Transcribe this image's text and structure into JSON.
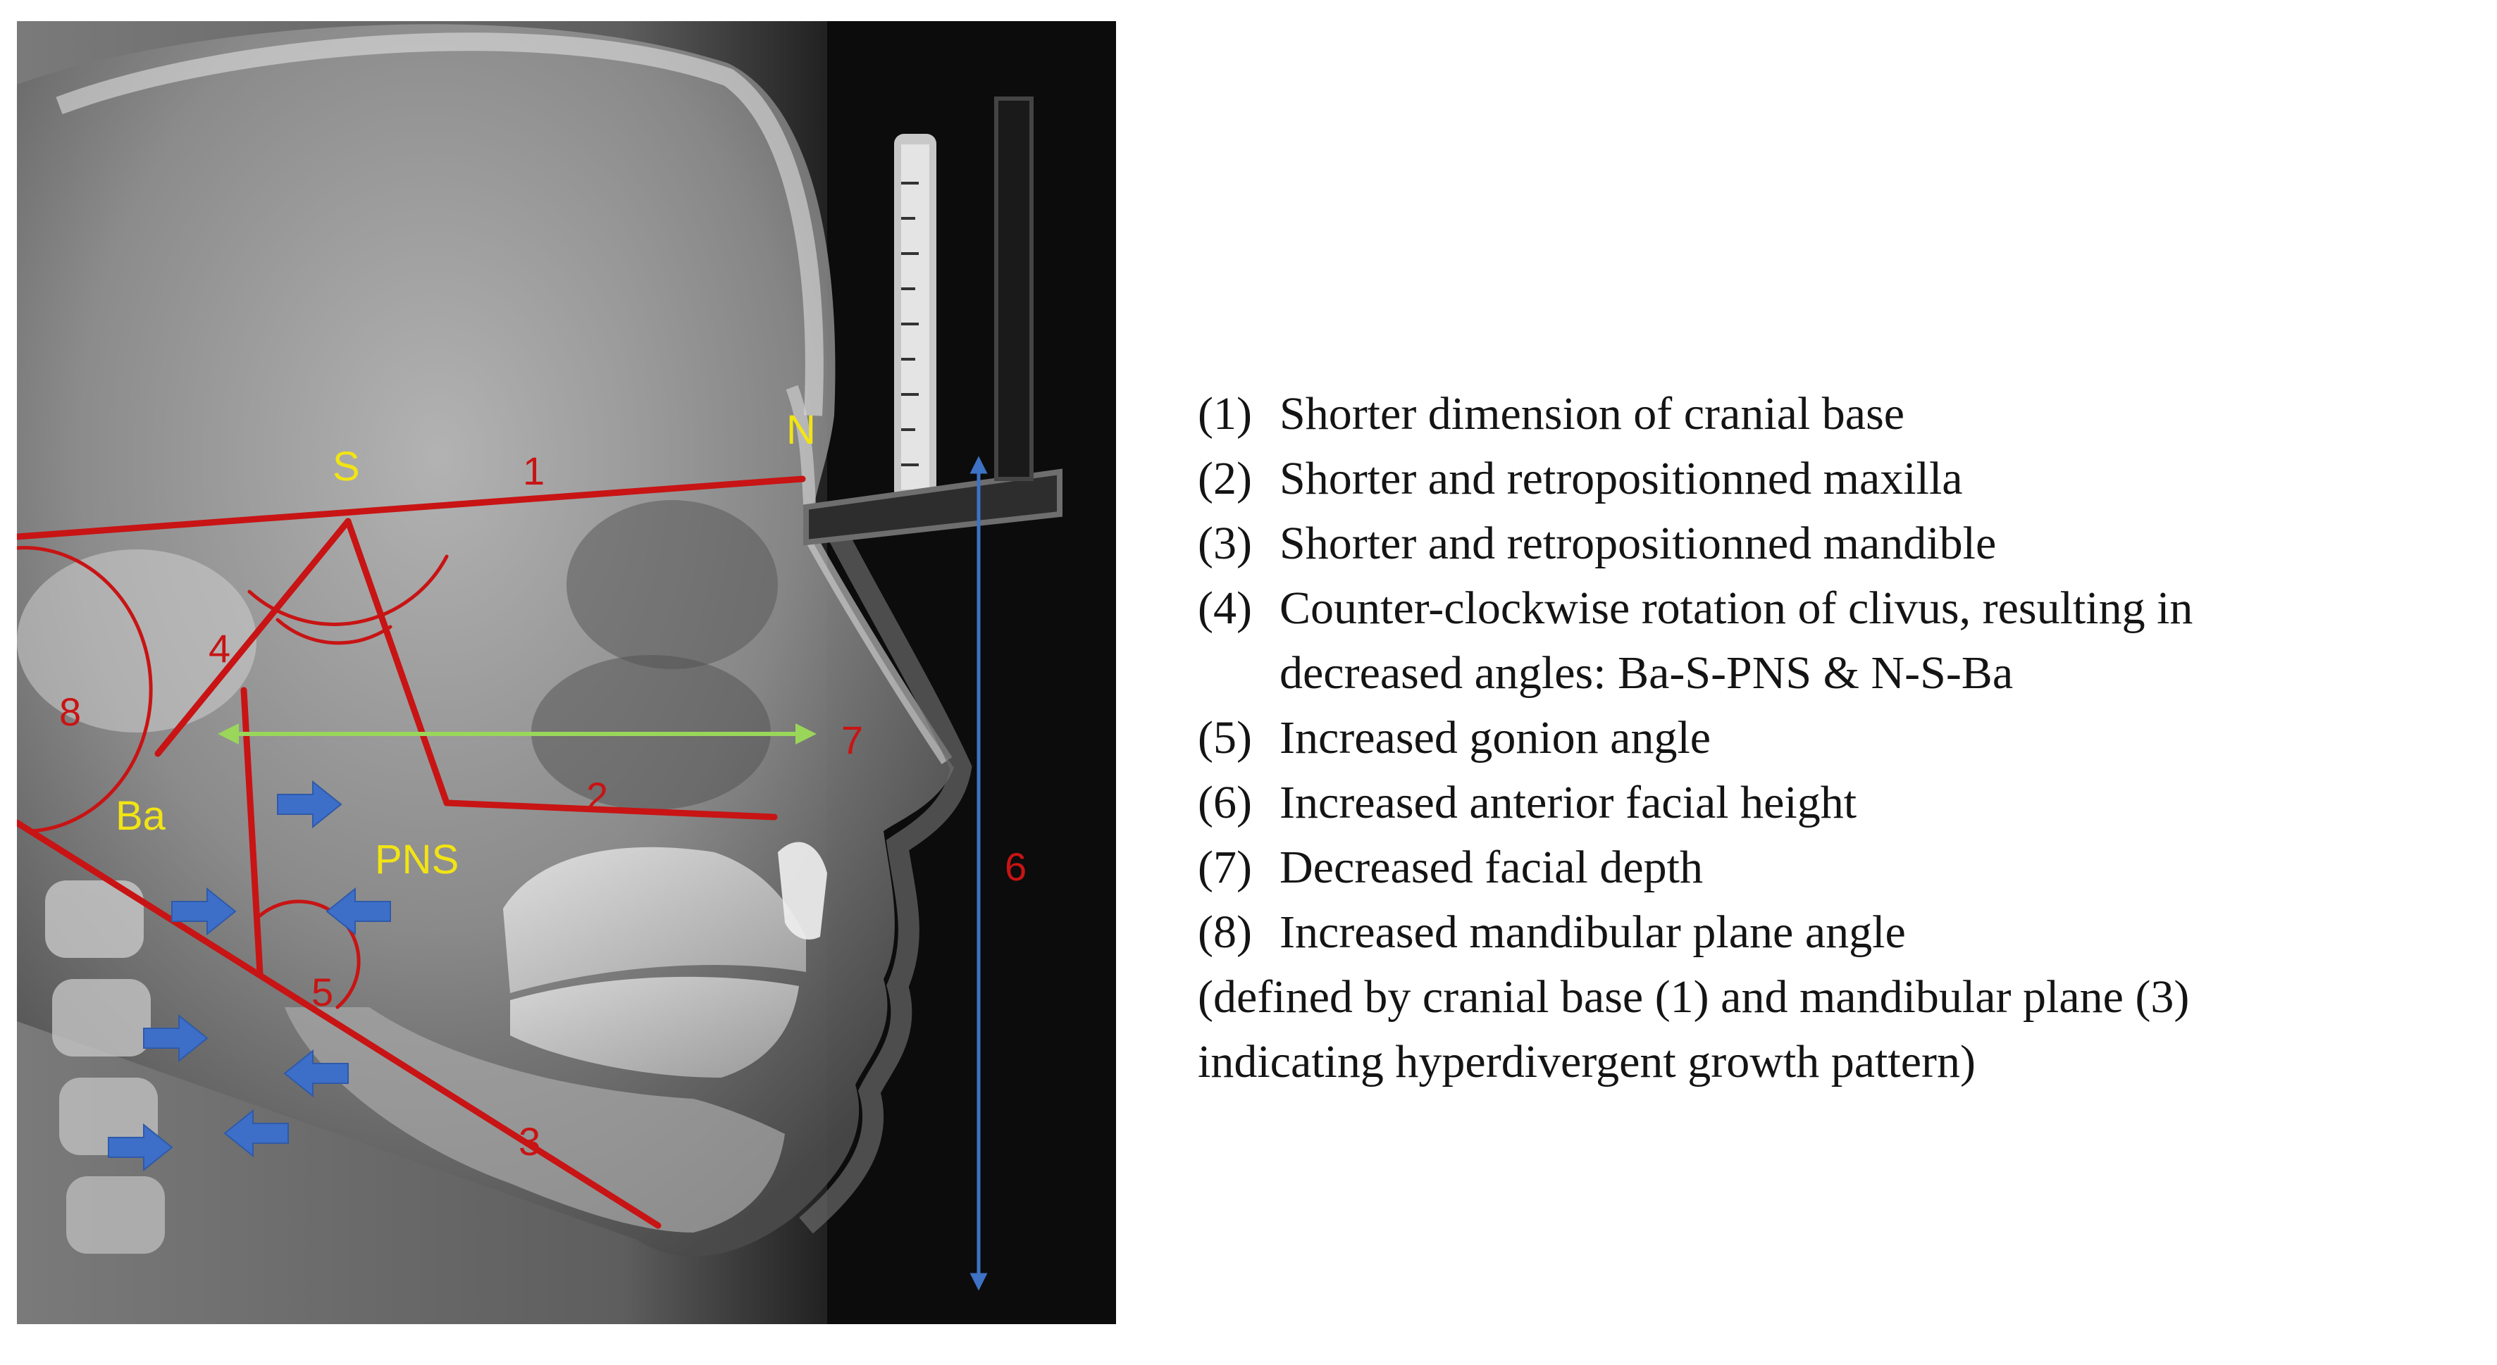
{
  "landmarks": {
    "S": "S",
    "N": "N",
    "Ba": "Ba",
    "PNS": "PNS"
  },
  "measure_numbers": [
    "1",
    "2",
    "3",
    "4",
    "5",
    "6",
    "7",
    "8"
  ],
  "legend": {
    "items": [
      {
        "num": "(1)",
        "lines": [
          "Shorter dimension of cranial base"
        ]
      },
      {
        "num": "(2)",
        "lines": [
          "Shorter and retropositionned maxilla"
        ]
      },
      {
        "num": "(3)",
        "lines": [
          "Shorter and retropositionned mandible"
        ]
      },
      {
        "num": "(4)",
        "lines": [
          "Counter-clockwise rotation of clivus, resulting in",
          "decreased  angles: Ba-S-PNS & N-S-Ba"
        ]
      },
      {
        "num": "(5)",
        "lines": [
          "Increased gonion angle"
        ]
      },
      {
        "num": "(6)",
        "lines": [
          "Increased anterior facial height"
        ]
      },
      {
        "num": "(7)",
        "lines": [
          "Decreased facial depth"
        ]
      },
      {
        "num": "(8)",
        "lines": [
          "Increased mandibular plane angle"
        ]
      }
    ],
    "note_lines": [
      "(defined by cranial base (1) and mandibular plane (3)",
      "indicating hyperdivergent growth pattern)"
    ]
  },
  "colors": {
    "tracing_red": "#c81414",
    "landmark_yellow": "#f2e414",
    "facial_depth_green": "#9ad65a",
    "facial_height_blue": "#3e72c4",
    "airway_arrow_blue": "#3d6fc9",
    "xray_background": "#0e0e0e"
  },
  "icons": [
    "airway-arrow-icon"
  ]
}
